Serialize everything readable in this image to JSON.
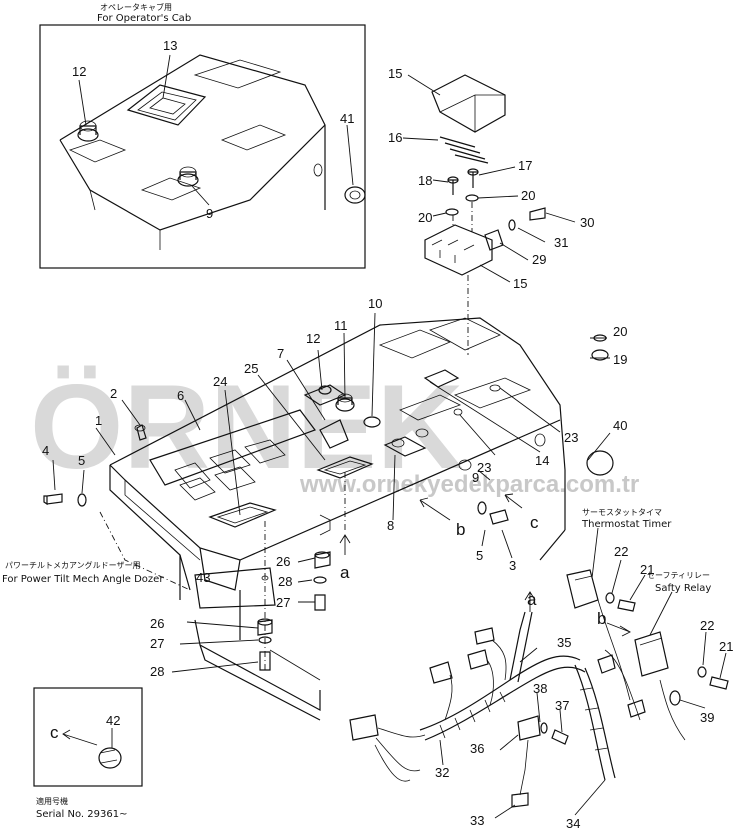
{
  "captions": {
    "cab_jp": "オペレータキャブ用",
    "cab_en": "For Operator's Cab",
    "tilt_jp": "パワーチルトメカアングルドーザー用",
    "tilt_en": "For Power Tilt Mech Angle Dozer",
    "thermo_jp": "サーモスタットタイマ",
    "thermo_en": "Thermostat Timer",
    "safety_jp": "セーフティリレー",
    "safety_en": "Safty Relay",
    "serial_jp": "適用号機",
    "serial_en": "Serial No. 29361~"
  },
  "watermark": {
    "brand": "ÖRNEK",
    "url": "www.ornekyedekparca.com.tr",
    "color": "#d9d9d9"
  },
  "view_letters": [
    "a",
    "b",
    "c"
  ],
  "part_labels": [
    "1",
    "2",
    "3",
    "4",
    "5",
    "6",
    "7",
    "8",
    "9",
    "10",
    "11",
    "12",
    "13",
    "14",
    "15",
    "16",
    "17",
    "18",
    "19",
    "20",
    "21",
    "22",
    "23",
    "24",
    "25",
    "26",
    "27",
    "28",
    "29",
    "30",
    "31",
    "32",
    "33",
    "34",
    "35",
    "36",
    "37",
    "38",
    "39",
    "40",
    "41",
    "42",
    "43"
  ]
}
